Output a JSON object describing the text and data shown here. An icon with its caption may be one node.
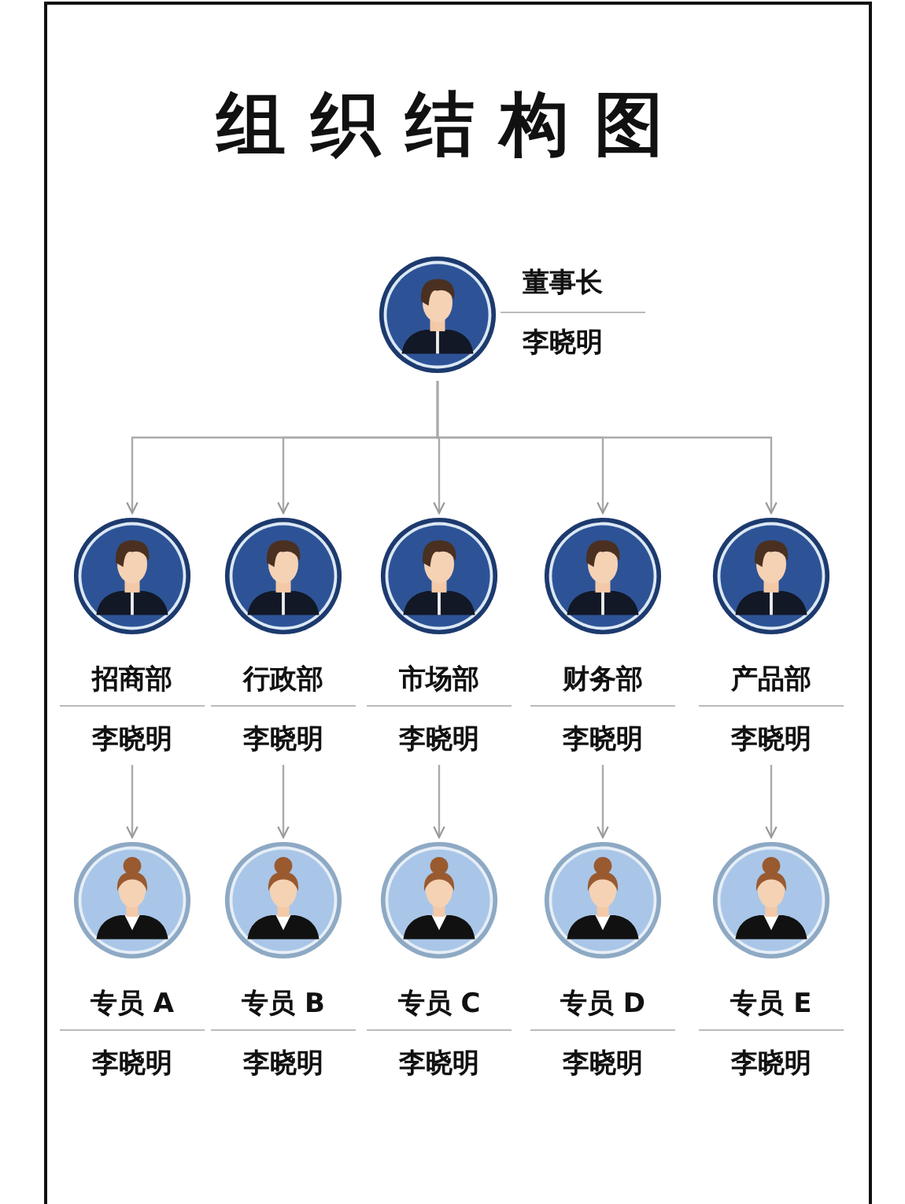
{
  "diagram": {
    "title": "组织结构图",
    "nodes": [
      {
        "text": [
          "董事长",
          "李晓明"
        ]
      },
      {
        "text": [
          "招商部",
          "李晓明"
        ]
      },
      {
        "text": [
          "行政部",
          "李晓明"
        ]
      },
      {
        "text": [
          "市场部",
          "李晓明"
        ]
      },
      {
        "text": [
          "财务部",
          "李晓明"
        ]
      },
      {
        "text": [
          "产品部",
          "李晓明"
        ]
      },
      {
        "text": [
          "专员 A",
          "李晓明"
        ]
      },
      {
        "text": [
          "专员 B",
          "李晓明"
        ]
      },
      {
        "text": [
          "专员 C",
          "李晓明"
        ]
      },
      {
        "text": [
          "专员 D",
          "李晓明"
        ]
      },
      {
        "text": [
          "专员 E",
          "李晓明"
        ]
      }
    ],
    "edges": [
      {
        "from": 0,
        "to": 1,
        "arrow": "to"
      },
      {
        "from": 0,
        "to": 2,
        "arrow": "to"
      },
      {
        "from": 0,
        "to": 3,
        "arrow": "to"
      },
      {
        "from": 0,
        "to": 4,
        "arrow": "to"
      },
      {
        "from": 0,
        "to": 5,
        "arrow": "to"
      },
      {
        "from": 1,
        "to": 6,
        "arrow": "to"
      },
      {
        "from": 2,
        "to": 7,
        "arrow": "to"
      },
      {
        "from": 3,
        "to": 8,
        "arrow": "to"
      },
      {
        "from": 4,
        "to": 9,
        "arrow": "to"
      },
      {
        "from": 5,
        "to": 10,
        "arrow": "to"
      }
    ]
  }
}
